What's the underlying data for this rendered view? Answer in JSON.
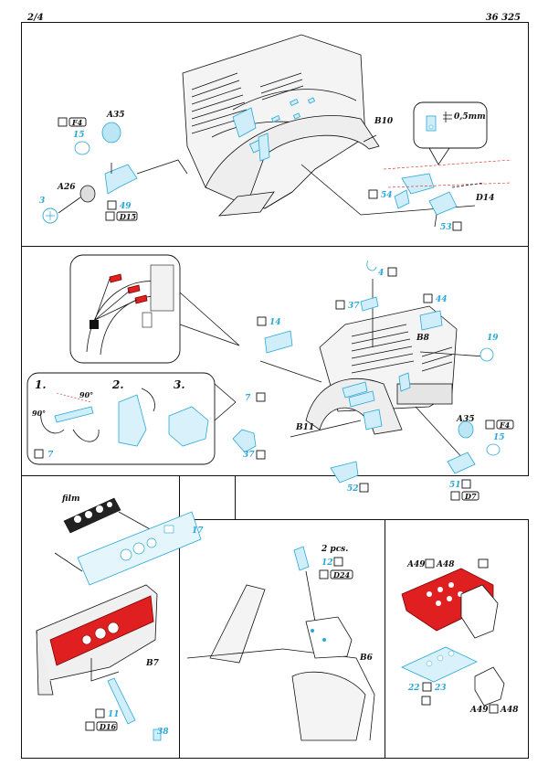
{
  "header": {
    "page": "2/4",
    "code": "36 325"
  },
  "top": {
    "parts": {
      "a35": "A35",
      "a26": "A26",
      "b10": "B10",
      "d14": "D14",
      "f4": "F4",
      "d15": "D15"
    },
    "pe": {
      "p15": "15",
      "p3": "3",
      "p49": "49",
      "p54": "54",
      "p53": "53"
    },
    "dim": "0,5mm"
  },
  "mid": {
    "steps": [
      "1.",
      "2.",
      "3."
    ],
    "angle_a": "90°",
    "angle_b": "90°",
    "pe": {
      "p4": "4",
      "p37a": "37",
      "p44": "44",
      "p14": "14",
      "p19": "19",
      "p7a": "7",
      "p7b": "7",
      "p37b": "37",
      "p15": "15",
      "p51": "51",
      "p52": "52"
    },
    "parts": {
      "b8": "B8",
      "b11": "B11",
      "a35": "A35",
      "f4": "F4",
      "d7": "D7"
    }
  },
  "bl": {
    "film": "film",
    "pe": {
      "p17": "17",
      "p11": "11",
      "p38": "38"
    },
    "parts": {
      "b7": "B7",
      "d16": "D16"
    }
  },
  "bm": {
    "qty": "2 pcs.",
    "pe": {
      "p12": "12"
    },
    "parts": {
      "d24": "D24",
      "b6": "B6"
    }
  },
  "br": {
    "top_label_a": "A49",
    "top_label_b": "A48",
    "pe": {
      "p22": "22",
      "p23": "23"
    },
    "bot_label_a": "A49",
    "bot_label_b": "A48"
  }
}
